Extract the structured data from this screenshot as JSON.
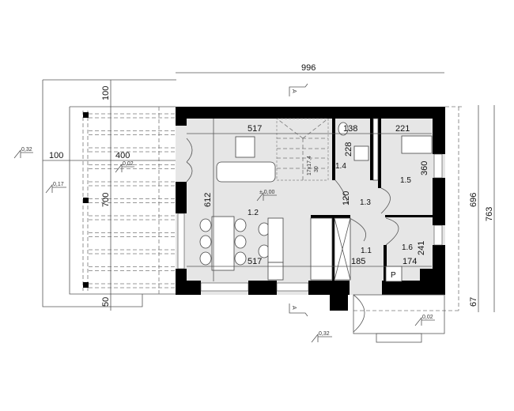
{
  "dimensions": {
    "overall_width": "996",
    "overall_depth": "763",
    "building_depth": "696",
    "entrance_offset": "67",
    "terrace_width": "400",
    "terrace_overhang": "100",
    "terrace_depth": "700",
    "terrace_top": "100",
    "terrace_bottom": "50"
  },
  "rooms": [
    {
      "id": "1.2",
      "dims": [
        "517",
        "612",
        "517"
      ]
    },
    {
      "id": "1.4",
      "dims": [
        "138",
        "228"
      ]
    },
    {
      "id": "1.3",
      "dims": [
        "120"
      ]
    },
    {
      "id": "1.5",
      "dims": [
        "221",
        "360"
      ]
    },
    {
      "id": "1.1",
      "dims": [
        "185"
      ]
    },
    {
      "id": "1.6",
      "dims": [
        "174",
        "241"
      ]
    }
  ],
  "stairs_label": "17x17,4",
  "stairs_sub": "30",
  "boiler_label": "P",
  "section_marker": "A",
  "levels": {
    "ground_left": "0,32",
    "terrace_edge": "0,17",
    "terrace": "0,02",
    "interior": "± 0,00",
    "entrance": "0,02",
    "ground_front": "0,32"
  }
}
